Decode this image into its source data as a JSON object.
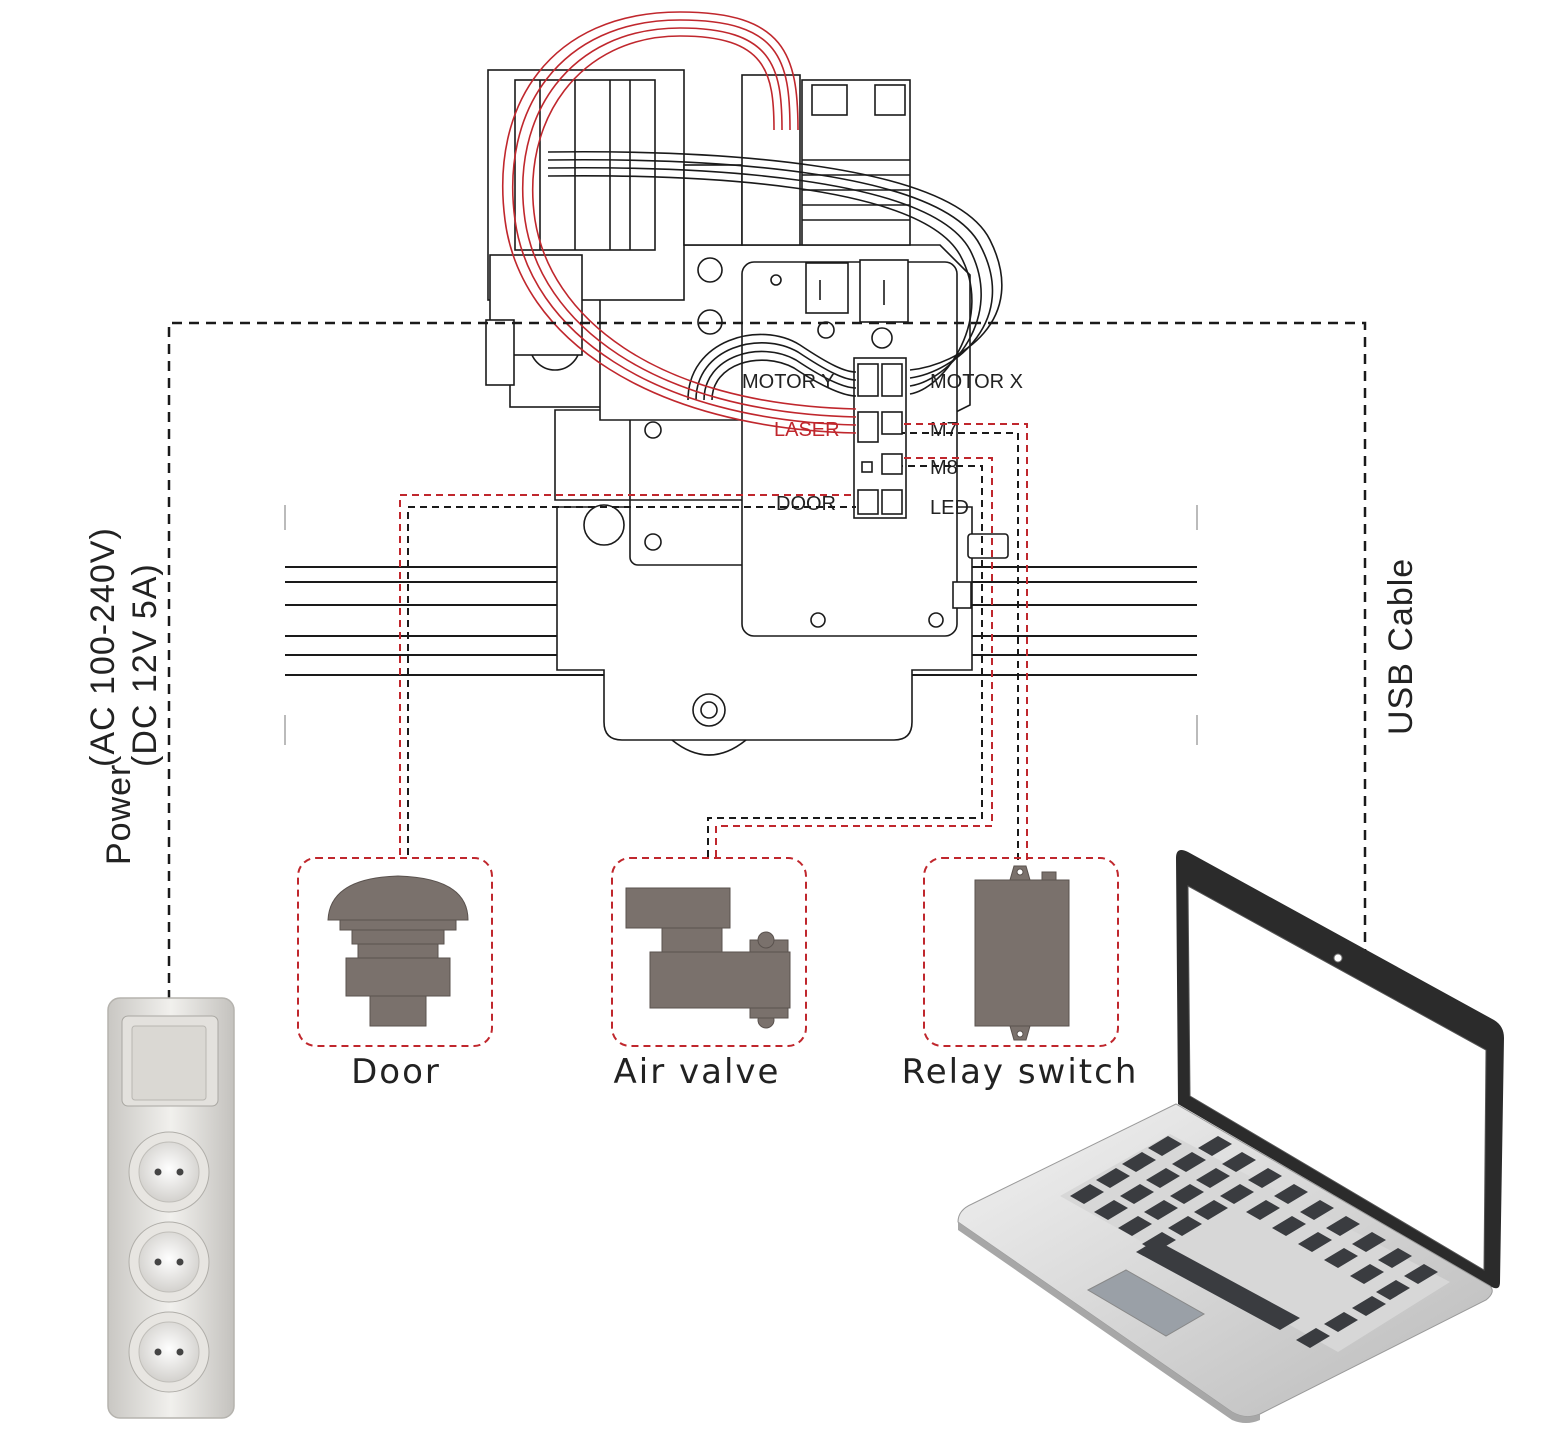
{
  "colors": {
    "wire_red": "#c0272d",
    "wire_black": "#1a1a1a",
    "dashed_red": "#c0272d",
    "device_gray": "#7a716c",
    "laptop_key": "#3a3c40"
  },
  "labels": {
    "power_title": "Power",
    "power_ac": "(AC 100-240V)",
    "power_dc": "(DC 12V 5A)",
    "usb_cable": "USB Cable",
    "motor_y": "MOTOR Y",
    "motor_x": "MOTOR X",
    "laser": "LASER",
    "m7": "M7",
    "m8": "M8",
    "door_port": "DOOR",
    "led": "LED",
    "door": "Door",
    "air_valve": "Air valve",
    "relay_switch": "Relay switch"
  },
  "icons": {
    "power_strip": "power-strip-icon",
    "laptop": "laptop-icon",
    "door_button": "door-button-icon",
    "air_valve": "air-valve-icon",
    "relay": "relay-switch-icon"
  }
}
